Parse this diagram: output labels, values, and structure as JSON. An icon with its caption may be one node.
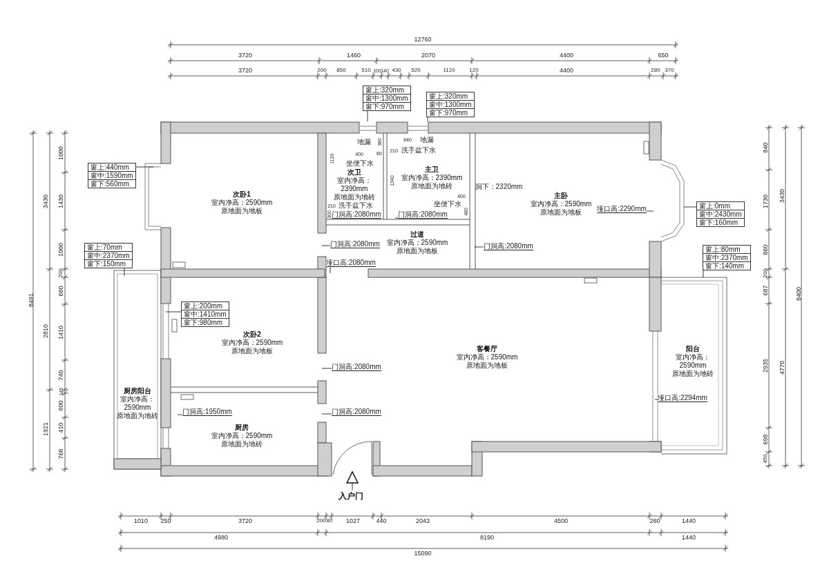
{
  "diagram": {
    "nodes": [
      {
        "text": [
          "窗上:320mm",
          "窗中:1300mm",
          "窗下:970mm"
        ]
      },
      {
        "text": [
          "窗上:320mm",
          "窗中:1300mm",
          "窗下:970mm"
        ]
      },
      {
        "text": [
          "次卧1",
          "室内净高：2590mm",
          "原地面为地板"
        ]
      },
      {
        "text": [
          "次卫",
          "室内净高：2390mm",
          "原地面为地砖"
        ]
      },
      {
        "text": [
          "主卫",
          "室内净高：2390mm",
          "原地面为地砖"
        ]
      },
      {
        "text": [
          "主卧",
          "室内净高：2590mm",
          "原地面为地板"
        ]
      },
      {
        "text": [
          "窗上:440mm",
          "窗中:1590mm",
          "窗下:560mm"
        ]
      },
      {
        "text": [
          "门洞高:2080mm"
        ]
      },
      {
        "text": [
          "门洞高:2080mm"
        ]
      },
      {
        "text": [
          "窗上:0mm",
          "窗中:2430mm",
          "窗下:160mm"
        ]
      },
      {
        "text": [
          "垭口高:2290mm"
        ]
      },
      {
        "text": [
          "窗上:70mm",
          "窗中:2370mm",
          "窗下:150mm"
        ]
      },
      {
        "text": [
          "过道",
          "室内净高：2590mm",
          "原地面为地板"
        ]
      },
      {
        "text": [
          "门洞高:2080mm"
        ]
      },
      {
        "text": [
          "门洞高:2080mm"
        ]
      },
      {
        "text": [
          "窗上:80mm",
          "窗中:2370mm",
          "窗下:140mm"
        ]
      },
      {
        "text": [
          "垭口高:2080mm"
        ]
      },
      {
        "text": [
          "窗上:200mm",
          "窗中:1410mm",
          "窗下:980mm"
        ]
      },
      {
        "text": [
          "次卧2",
          "室内净高：2590mm",
          "原地面为地板"
        ]
      },
      {
        "text": [
          "客餐厅",
          "室内净高：2590mm",
          "原地面为地板"
        ]
      },
      {
        "text": [
          "阳台",
          "室内净高：2590mm",
          "原地面为地砖"
        ]
      },
      {
        "text": [
          "门洞高:2080mm"
        ]
      },
      {
        "text": [
          "厨房阳台",
          "室内净高：2590mm",
          "原地面为地砖"
        ]
      },
      {
        "text": [
          "垭口高:2294mm"
        ]
      },
      {
        "text": [
          "门洞高:1950mm"
        ]
      },
      {
        "text": [
          "门洞高:2080mm"
        ]
      },
      {
        "text": [
          "厨房",
          "室内净高：2590mm",
          "原地面为地砖"
        ]
      },
      {
        "text": [
          "入户门"
        ]
      }
    ],
    "edges": [
      {
        "from": 0,
        "to": null,
        "arrow": "none"
      },
      {
        "from": 1,
        "to": null,
        "arrow": "none"
      },
      {
        "from": 6,
        "to": null,
        "arrow": "none"
      },
      {
        "from": 7,
        "to": null,
        "arrow": "none"
      },
      {
        "from": 8,
        "to": null,
        "arrow": "none"
      },
      {
        "from": 9,
        "to": null,
        "arrow": "none"
      },
      {
        "from": 10,
        "to": null,
        "arrow": "none"
      },
      {
        "from": 11,
        "to": null,
        "arrow": "none"
      },
      {
        "from": 13,
        "to": null,
        "arrow": "none"
      },
      {
        "from": 14,
        "to": null,
        "arrow": "none"
      },
      {
        "from": 15,
        "to": null,
        "arrow": "none"
      },
      {
        "from": 16,
        "to": null,
        "arrow": "none"
      },
      {
        "from": 17,
        "to": null,
        "arrow": "none"
      },
      {
        "from": 21,
        "to": null,
        "arrow": "none"
      },
      {
        "from": 23,
        "to": null,
        "arrow": "none"
      },
      {
        "from": 24,
        "to": null,
        "arrow": "none"
      },
      {
        "from": 25,
        "to": null,
        "arrow": "none"
      },
      {
        "from": 27,
        "to": null,
        "arrow": "to"
      }
    ],
    "labels": [
      "12760",
      "3720",
      "1460",
      "2070",
      "4400",
      "650",
      "3720",
      "200",
      "850",
      "510",
      "100",
      "140",
      "430",
      "520",
      "1120",
      "120",
      "4400",
      "280",
      "370",
      "地漏",
      "380",
      "80",
      "1120",
      "400",
      "坐便下水",
      "210",
      "洗手盆下水",
      "300",
      "640",
      "地漏",
      "210",
      "洗手盆下水",
      "1340",
      "400",
      "坐便下水",
      "480",
      "洞下：2320mm",
      "8491",
      "3430",
      "2810",
      "1921",
      "1000",
      "1430",
      "1000",
      "200",
      "660",
      "1410",
      "740",
      "145",
      "600",
      "410",
      "766",
      "840",
      "1730",
      "860",
      "200",
      "687",
      "2935",
      "698",
      "450",
      "3430",
      "4770",
      "8400",
      "1010",
      "250",
      "3720",
      "200",
      "80",
      "1027",
      "440",
      "2043",
      "4500",
      "280",
      "1440",
      "4980",
      "8190",
      "1440",
      "15090"
    ]
  }
}
